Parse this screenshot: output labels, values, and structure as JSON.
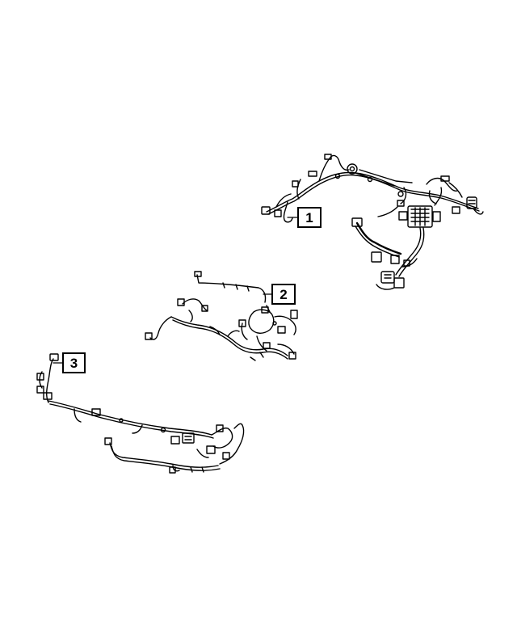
{
  "diagram": {
    "callouts": [
      {
        "label": "1",
        "part": "harness-1"
      },
      {
        "label": "2",
        "part": "harness-2"
      },
      {
        "label": "3",
        "part": "harness-3"
      }
    ],
    "colors": {
      "line": "#000000",
      "background": "#ffffff"
    }
  }
}
